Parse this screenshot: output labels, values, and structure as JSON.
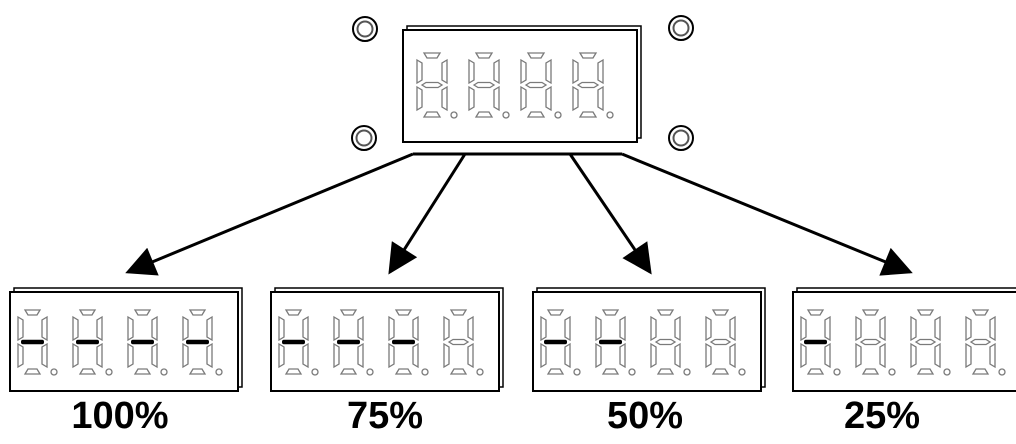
{
  "diagram": {
    "source_display": {
      "digits": 4,
      "lit_middle_segments": 0,
      "mounting_holes": 4
    },
    "levels": [
      {
        "label": "100%",
        "value": 100,
        "lit_middle_segments": 4
      },
      {
        "label": "75%",
        "value": 75,
        "lit_middle_segments": 3
      },
      {
        "label": "50%",
        "value": 50,
        "lit_middle_segments": 2
      },
      {
        "label": "25%",
        "value": 25,
        "lit_middle_segments": 1
      }
    ]
  },
  "colors": {
    "stroke": "#000000",
    "segment_outline": "#7a7a7a",
    "lit_segment": "#000000",
    "background": "#ffffff"
  }
}
